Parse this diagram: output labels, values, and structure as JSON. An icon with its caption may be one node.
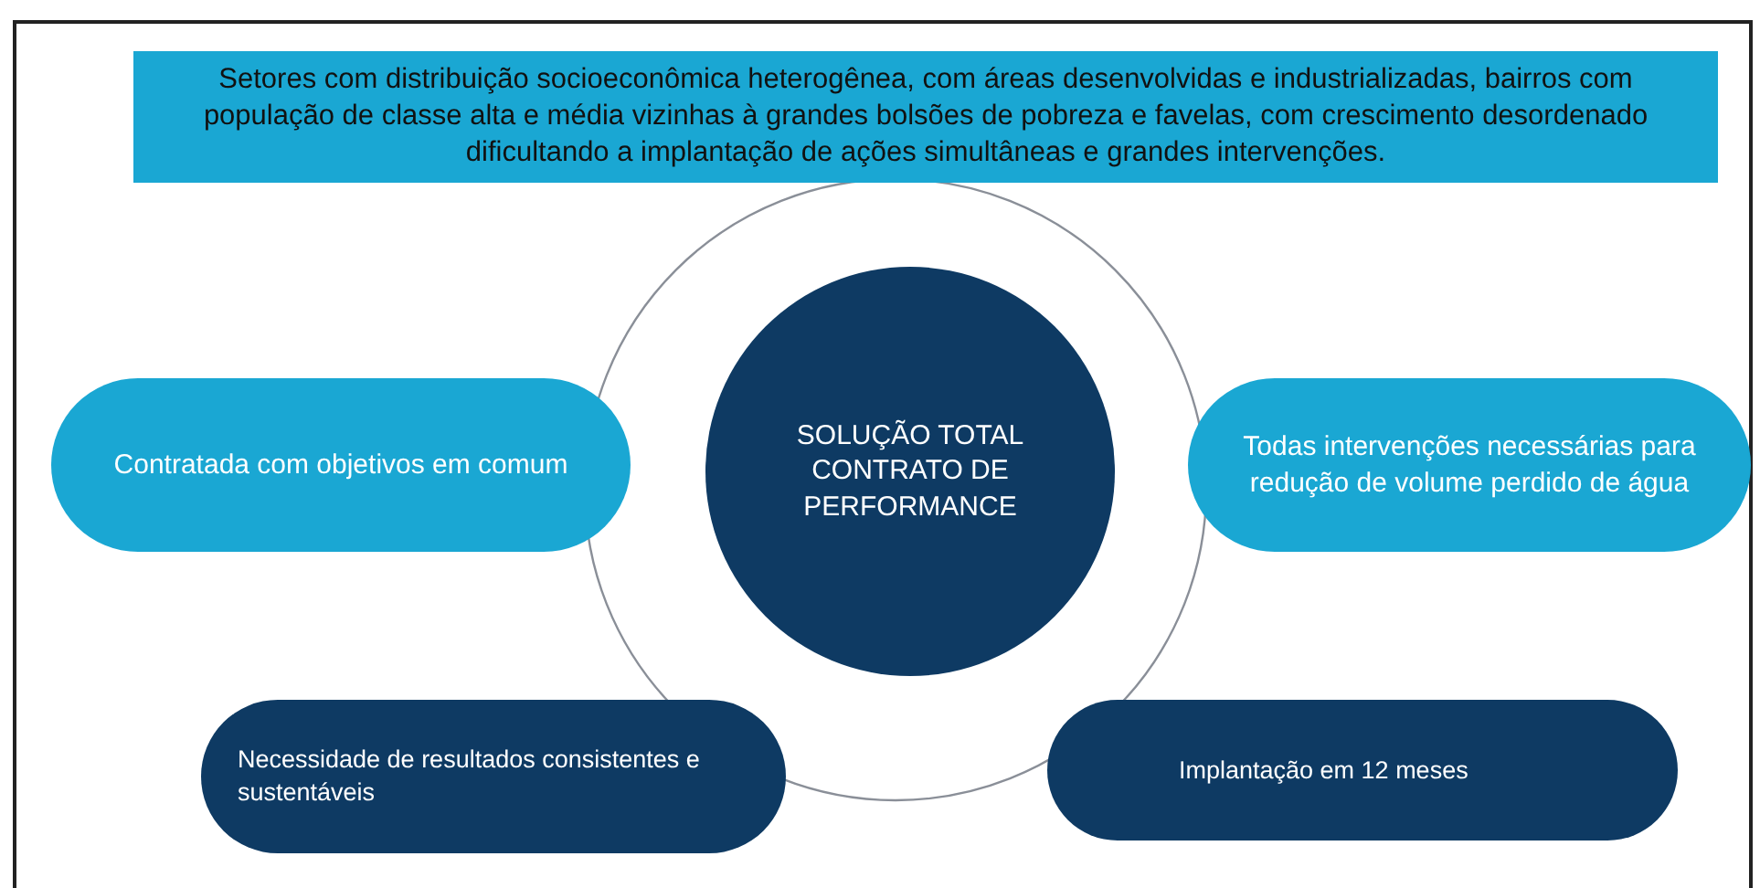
{
  "diagram": {
    "nodes": [
      {
        "text": [
          "Setores com distribuição socioeconômica heterogênea, com áreas desenvolvidas e industrializadas, bairros com população de classe alta e média vizinhas à grandes bolsões de pobreza e favelas, com crescimento desordenado dificultando  a implantação de ações simultâneas e grandes intervenções."
        ]
      },
      {
        "text": [
          "SOLUÇÃO TOTAL CONTRATO DE PERFORMANCE"
        ]
      },
      {
        "text": [
          "Contratada com objetivos em comum"
        ]
      },
      {
        "text": [
          "Todas intervenções necessárias para redução de volume perdido de água"
        ]
      },
      {
        "text": [
          "Necessidade de resultados consistentes e sustentáveis"
        ]
      },
      {
        "text": [
          "Implantação em  12 meses"
        ]
      }
    ]
  }
}
